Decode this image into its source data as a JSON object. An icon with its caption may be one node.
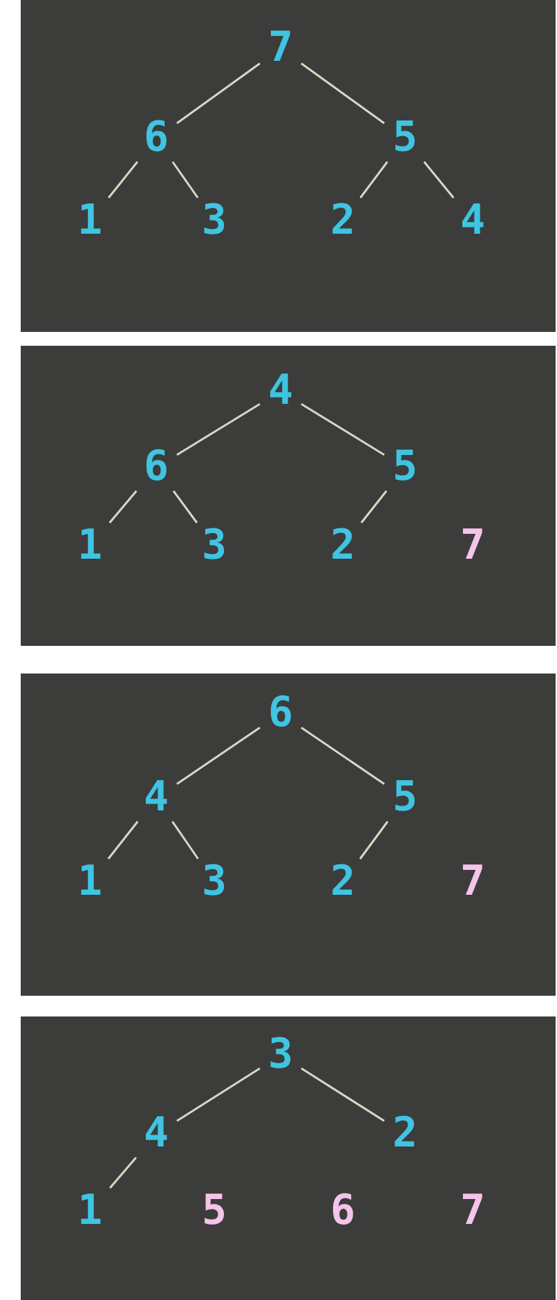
{
  "diagram": {
    "nodes": [
      {
        "text": [],
        "shape": "box"
      },
      {
        "text": [
          "7"
        ],
        "in": 0
      },
      {
        "text": [
          "6"
        ],
        "in": 0
      },
      {
        "text": [
          "5"
        ],
        "in": 0
      },
      {
        "text": [
          "1"
        ],
        "in": 0
      },
      {
        "text": [
          "3"
        ],
        "in": 0
      },
      {
        "text": [
          "2"
        ],
        "in": 0
      },
      {
        "text": [
          "4"
        ],
        "in": 0
      },
      {
        "text": [],
        "shape": "box"
      },
      {
        "text": [
          "4"
        ],
        "in": 8
      },
      {
        "text": [
          "6"
        ],
        "in": 8
      },
      {
        "text": [
          "5"
        ],
        "in": 8
      },
      {
        "text": [
          "1"
        ],
        "in": 8
      },
      {
        "text": [
          "3"
        ],
        "in": 8
      },
      {
        "text": [
          "2"
        ],
        "in": 8
      },
      {
        "text": [],
        "shape": "box"
      },
      {
        "text": [
          "6"
        ],
        "in": 15
      },
      {
        "text": [
          "4"
        ],
        "in": 15
      },
      {
        "text": [
          "5"
        ],
        "in": 15
      },
      {
        "text": [
          "1"
        ],
        "in": 15
      },
      {
        "text": [
          "3"
        ],
        "in": 15
      },
      {
        "text": [
          "2"
        ],
        "in": 15
      },
      {
        "text": [],
        "shape": "box"
      },
      {
        "text": [
          "3"
        ],
        "in": 22
      },
      {
        "text": [
          "4"
        ],
        "in": 22
      },
      {
        "text": [
          "2"
        ],
        "in": 22
      },
      {
        "text": [
          "1"
        ],
        "in": 22
      }
    ],
    "edges": [
      {
        "from": 1,
        "to": 2,
        "arrow": "none"
      },
      {
        "from": 1,
        "to": 3,
        "arrow": "none"
      },
      {
        "from": 2,
        "to": 4,
        "arrow": "none"
      },
      {
        "from": 2,
        "to": 5,
        "arrow": "none"
      },
      {
        "from": 3,
        "to": 6,
        "arrow": "none"
      },
      {
        "from": 3,
        "to": 7,
        "arrow": "none"
      },
      {
        "from": 9,
        "to": 10,
        "arrow": "none"
      },
      {
        "from": 9,
        "to": 11,
        "arrow": "none"
      },
      {
        "from": 10,
        "to": 12,
        "arrow": "none"
      },
      {
        "from": 10,
        "to": 13,
        "arrow": "none"
      },
      {
        "from": 11,
        "to": 14,
        "arrow": "none"
      },
      {
        "from": 16,
        "to": 17,
        "arrow": "none"
      },
      {
        "from": 16,
        "to": 18,
        "arrow": "none"
      },
      {
        "from": 17,
        "to": 19,
        "arrow": "none"
      },
      {
        "from": 17,
        "to": 20,
        "arrow": "none"
      },
      {
        "from": 18,
        "to": 21,
        "arrow": "none"
      },
      {
        "from": 23,
        "to": 24,
        "arrow": "none"
      },
      {
        "from": 23,
        "to": 25,
        "arrow": "none"
      },
      {
        "from": 24,
        "to": 26,
        "arrow": "none"
      }
    ],
    "labels": [
      "7",
      "7",
      "5",
      "6",
      "7"
    ]
  }
}
